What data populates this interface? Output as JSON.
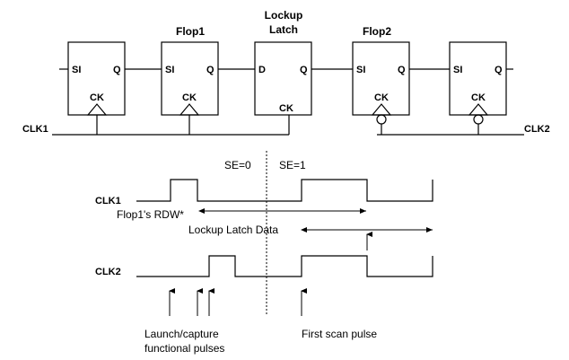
{
  "schematic": {
    "clk1_label": "CLK1",
    "clk2_label": "CLK2",
    "cells": [
      {
        "caption_line1": "",
        "caption_line2": "",
        "in_pin": "SI",
        "out_pin": "Q",
        "clk_pin": "CK",
        "clk_bubble": false
      },
      {
        "caption_line1": "Flop1",
        "caption_line2": "",
        "in_pin": "SI",
        "out_pin": "Q",
        "clk_pin": "CK",
        "clk_bubble": false
      },
      {
        "caption_line1": "Lockup",
        "caption_line2": "Latch",
        "in_pin": "D",
        "out_pin": "Q",
        "clk_pin": "CK",
        "clk_bubble": true
      },
      {
        "caption_line1": "Flop2",
        "caption_line2": "",
        "in_pin": "SI",
        "out_pin": "Q",
        "clk_pin": "CK",
        "clk_bubble": false
      },
      {
        "caption_line1": "",
        "caption_line2": "",
        "in_pin": "SI",
        "out_pin": "Q",
        "clk_pin": "CK",
        "clk_bubble": false
      }
    ]
  },
  "timing": {
    "se0_label": "SE=0",
    "se1_label": "SE=1",
    "clk1_label": "CLK1",
    "clk2_label": "CLK2",
    "flop1_rdw_label": "Flop1's RDW*",
    "lockup_data_label": "Lockup Latch Data",
    "launch_label_line1": "Launch/capture",
    "launch_label_line2": "functional pulses",
    "first_scan_label": "First scan pulse"
  }
}
